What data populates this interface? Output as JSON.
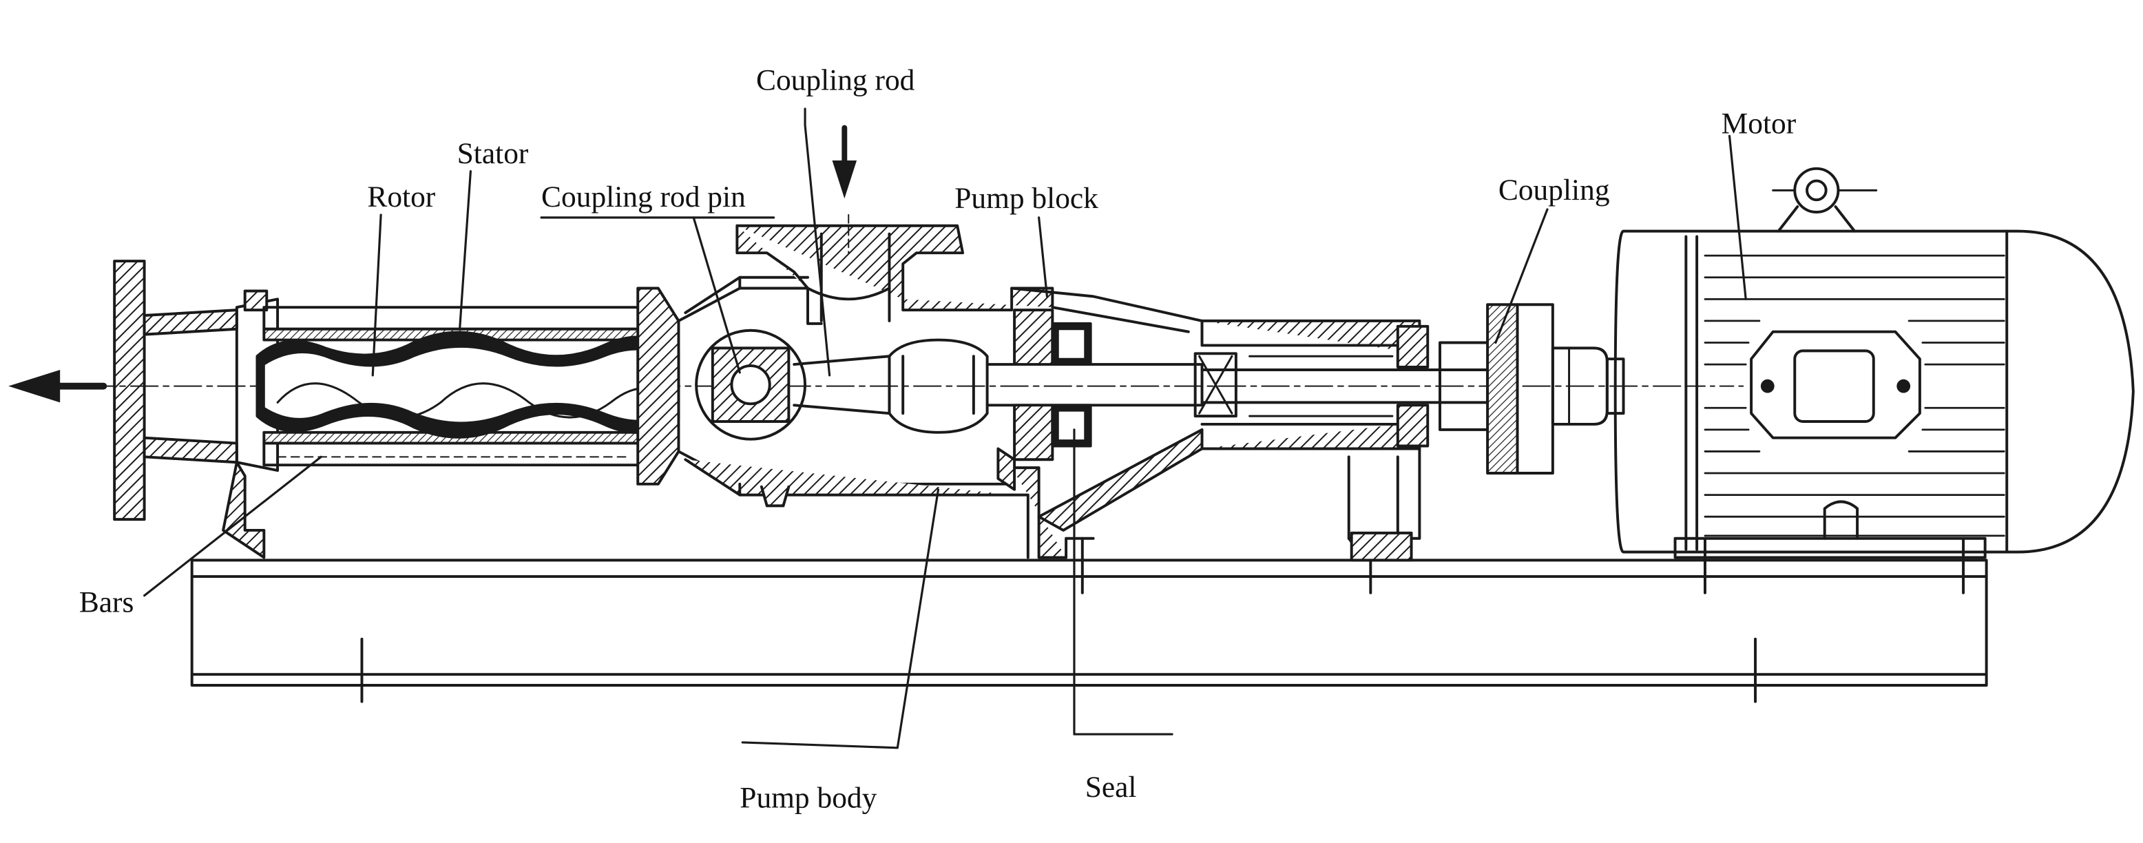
{
  "labels": {
    "coupling_rod": "Coupling rod",
    "stator": "Stator",
    "rotor": "Rotor",
    "coupling_rod_pin": "Coupling rod pin",
    "pump_block": "Pump block",
    "coupling": "Coupling",
    "motor": "Motor",
    "bars": "Bars",
    "pump_body": "Pump body",
    "seal": "Seal"
  },
  "colors": {
    "ink": "#1a1a1a",
    "paper": "#ffffff"
  }
}
